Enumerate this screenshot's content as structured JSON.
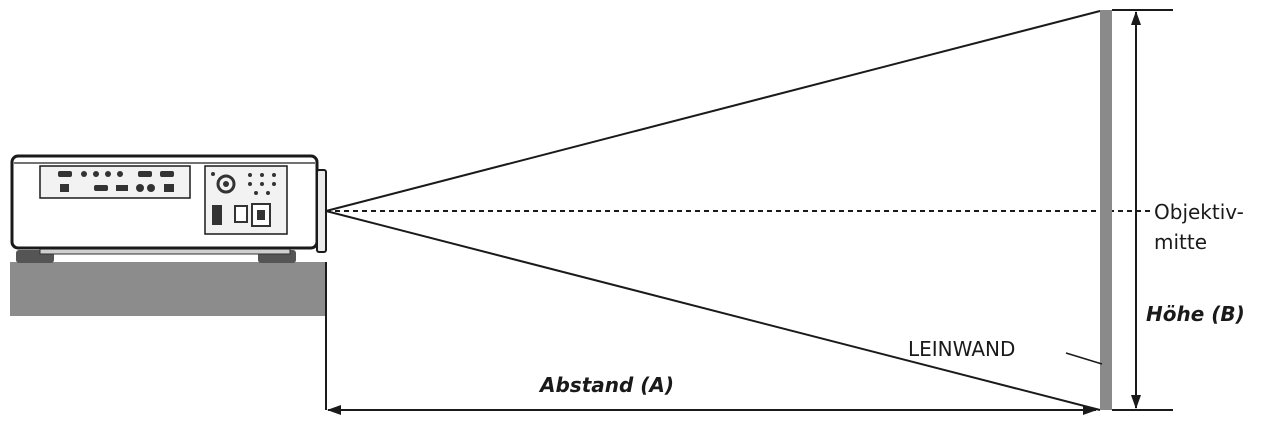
{
  "labels": {
    "lens_center_line1": "Objektiv-",
    "lens_center_line2": "mitte",
    "height": "Höhe (B)",
    "screen": "LEINWAND",
    "distance": "Abstand (A)"
  },
  "colors": {
    "line": "#1a1a1a",
    "screen": "#8a8a8a",
    "table": "#8c8c8c",
    "projector_body": "#ffffff",
    "panel": "#f2f2f2"
  }
}
